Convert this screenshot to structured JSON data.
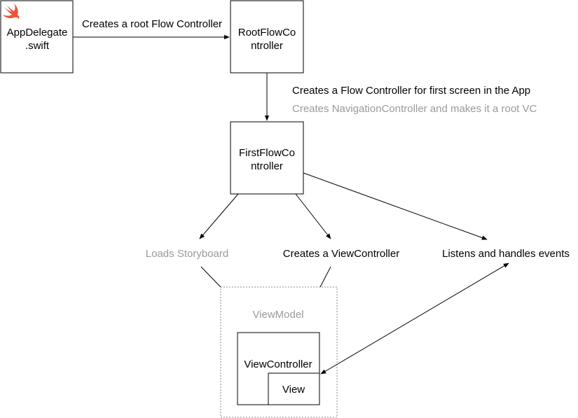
{
  "nodes": {
    "app_delegate": {
      "line1": "AppDelegate",
      "line2": ".swift"
    },
    "root_flow": {
      "line1": "RootFlowCo",
      "line2": "ntroller"
    },
    "first_flow": {
      "line1": "FirstFlowCo",
      "line2": "ntroller"
    },
    "view_model": {
      "label": "ViewModel"
    },
    "view_controller": {
      "label": "ViewController"
    },
    "view": {
      "label": "View"
    }
  },
  "edges": {
    "app_to_root": "Creates a root Flow Controller",
    "root_to_first": "Creates a Flow Controller for first screen in the App",
    "root_to_first_secondary": "Creates NavigationController and makes it a root VC",
    "loads_storyboard": "Loads Storyboard",
    "creates_view_controller": "Creates a ViewController",
    "listens_events": "Listens and handles events"
  },
  "icons": {
    "app_delegate_icon": "swift-logo-icon"
  },
  "colors": {
    "swift_orange": "#F05138",
    "secondary_text": "#9a9a9a"
  }
}
